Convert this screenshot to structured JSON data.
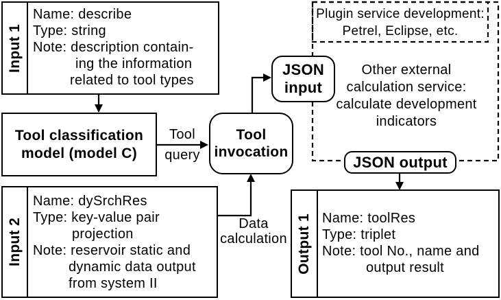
{
  "figure": {
    "background_color": "#ffffff",
    "line_color": "#000000",
    "text_color": "#000000"
  },
  "nodes": {
    "input1": {
      "label": "Input 1",
      "lines": [
        "Name: describe",
        "Type: string",
        "Note: description contain-",
        "ing the information",
        "related to tool types"
      ]
    },
    "tool_classification": {
      "lines": [
        "Tool classification",
        "model (model C)"
      ]
    },
    "input2": {
      "label": "Input 2",
      "lines": [
        "Name: dySrchRes",
        "Type: key-value pair",
        "projection",
        "Note: reservoir static and",
        "dynamic data output",
        "from system II"
      ]
    },
    "tool_invocation": {
      "lines": [
        "Tool",
        "invocation"
      ]
    },
    "json_input": {
      "lines": [
        "JSON",
        "input"
      ]
    },
    "json_output": {
      "label": "JSON output"
    },
    "plugin_service": {
      "lines": [
        "Plugin service development:",
        "Petrel, Eclipse, etc."
      ]
    },
    "external_service": {
      "lines": [
        "Other external",
        "calculation service:",
        "calculate development",
        "indicators"
      ]
    },
    "output1": {
      "label": "Output 1",
      "lines": [
        "Name: toolRes",
        "Type: triplet",
        "Note: tool No., name and",
        "output result"
      ]
    }
  },
  "edge_labels": {
    "tool_query": {
      "lines": [
        "Tool",
        "query"
      ]
    },
    "data_calculation": {
      "lines": [
        "Data",
        "calculation"
      ]
    }
  }
}
